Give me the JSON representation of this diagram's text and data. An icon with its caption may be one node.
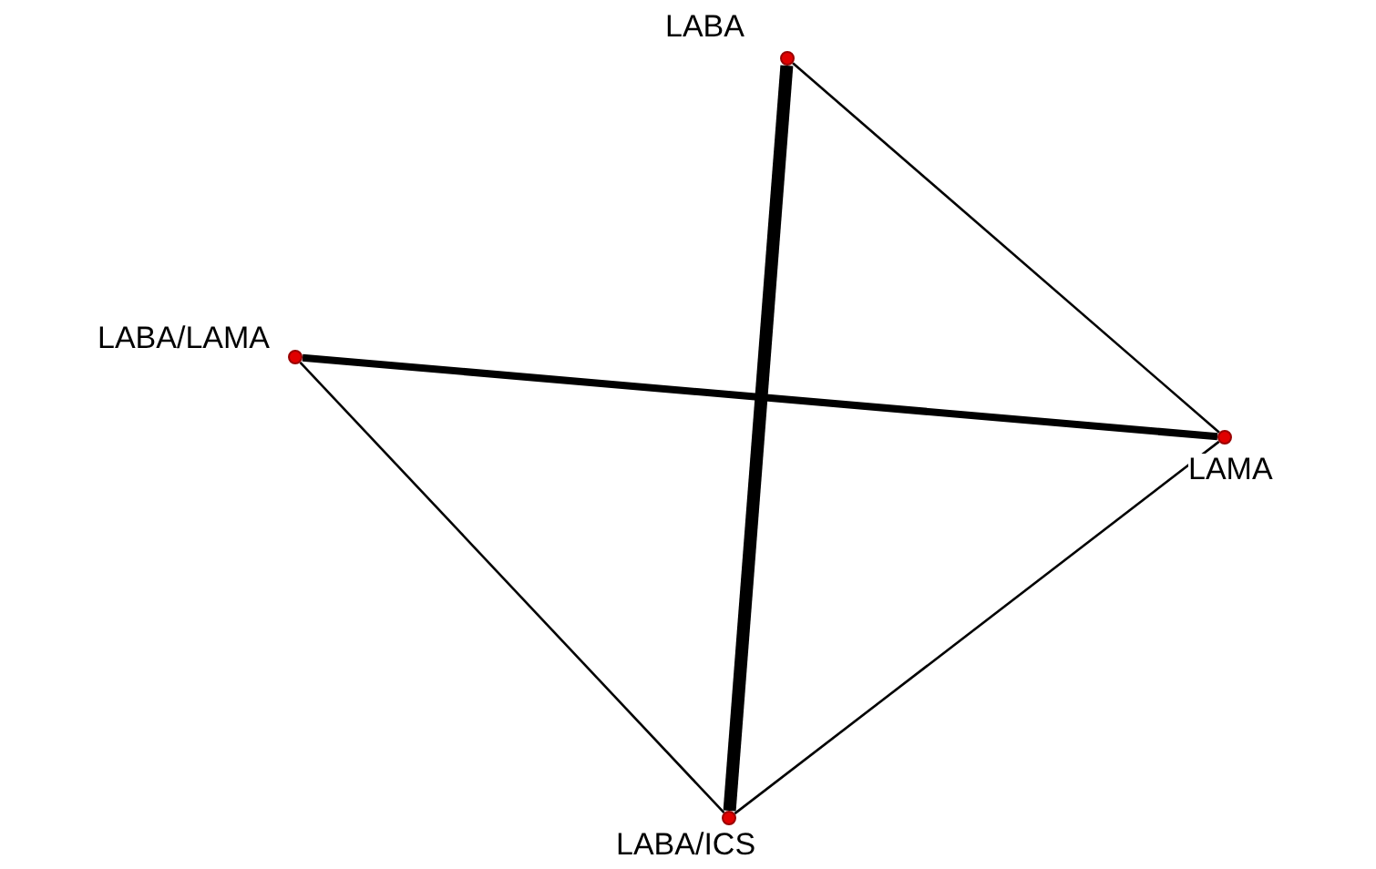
{
  "diagram": {
    "nodes": [
      {
        "text": [
          "LABA"
        ]
      },
      {
        "text": [
          "LABA/LAMA"
        ]
      },
      {
        "text": [
          "LAMA"
        ]
      },
      {
        "text": [
          "LABA/ICS"
        ]
      }
    ],
    "edges": [
      {
        "from": 0,
        "to": 3,
        "arrow": "none",
        "style": "thick"
      },
      {
        "from": 0,
        "to": 2,
        "arrow": "none"
      },
      {
        "from": 1,
        "to": 2,
        "arrow": "none",
        "style": "thick"
      },
      {
        "from": 1,
        "to": 3,
        "arrow": "none"
      },
      {
        "from": 2,
        "to": 3,
        "arrow": "none"
      }
    ]
  }
}
